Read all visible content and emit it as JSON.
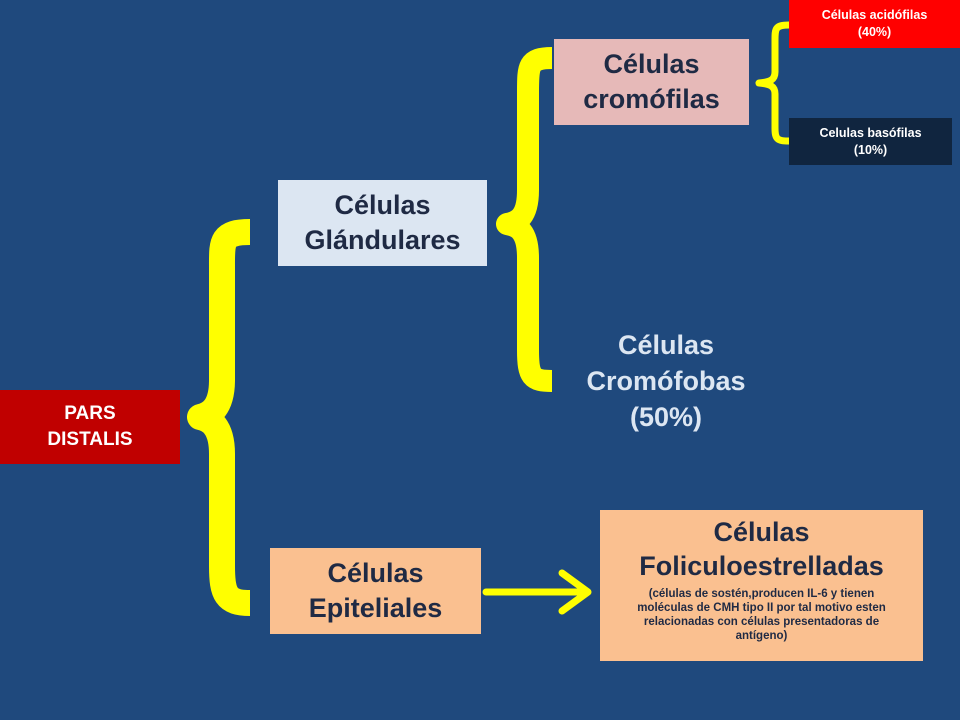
{
  "colors": {
    "background": "#1f497d",
    "bracket": "#ffff00",
    "arrow": "#ffff00",
    "pars_distalis": "#c00000",
    "glandulares": "#dce6f2",
    "epiteliales": "#fac090",
    "cromofilas": "#e6b9b8",
    "acidofilas": "#ff0000",
    "basofilas": "#10253f",
    "foliculoestrelladas": "#fac090",
    "cromofobas_text": "#dce6f2"
  },
  "nodes": {
    "pars_distalis": {
      "line1": "PARS",
      "line2": "DISTALIS"
    },
    "glandulares": {
      "line1": "Células",
      "line2": "Glándulares"
    },
    "epiteliales": {
      "line1": "Células",
      "line2": "Epiteliales"
    },
    "cromofilas": {
      "line1": "Células",
      "line2": "cromófilas"
    },
    "cromofobas": {
      "line1": "Células",
      "line2": "Cromófobas",
      "line3": "(50%)"
    },
    "acidofilas": {
      "line1": "Células acidófilas",
      "line2": "(40%)"
    },
    "basofilas": {
      "line1": "Celulas basófilas",
      "line2": "(10%)"
    },
    "foliculoestrelladas": {
      "line1": "Células",
      "line2": "Foliculoestrelladas",
      "desc_line1": "(células de sostén,producen  IL-6 y tienen",
      "desc_line2": "moléculas de CMH tipo II por tal motivo esten",
      "desc_line3": "relacionadas  con células presentadoras  de",
      "desc_line4": "antígeno)"
    }
  }
}
